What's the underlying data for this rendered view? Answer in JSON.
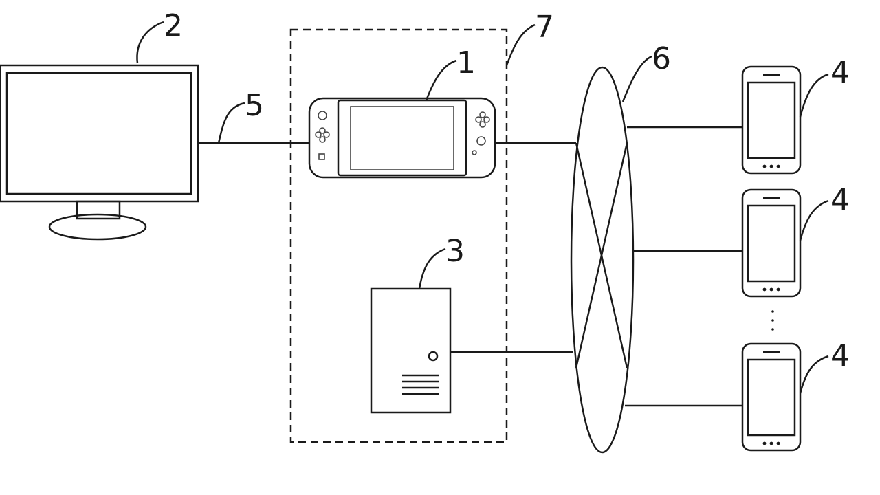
{
  "diagram": {
    "labels": {
      "game_device": "1",
      "monitor": "2",
      "server": "3",
      "terminal": "4",
      "cable": "5",
      "network": "6",
      "group": "7"
    }
  }
}
